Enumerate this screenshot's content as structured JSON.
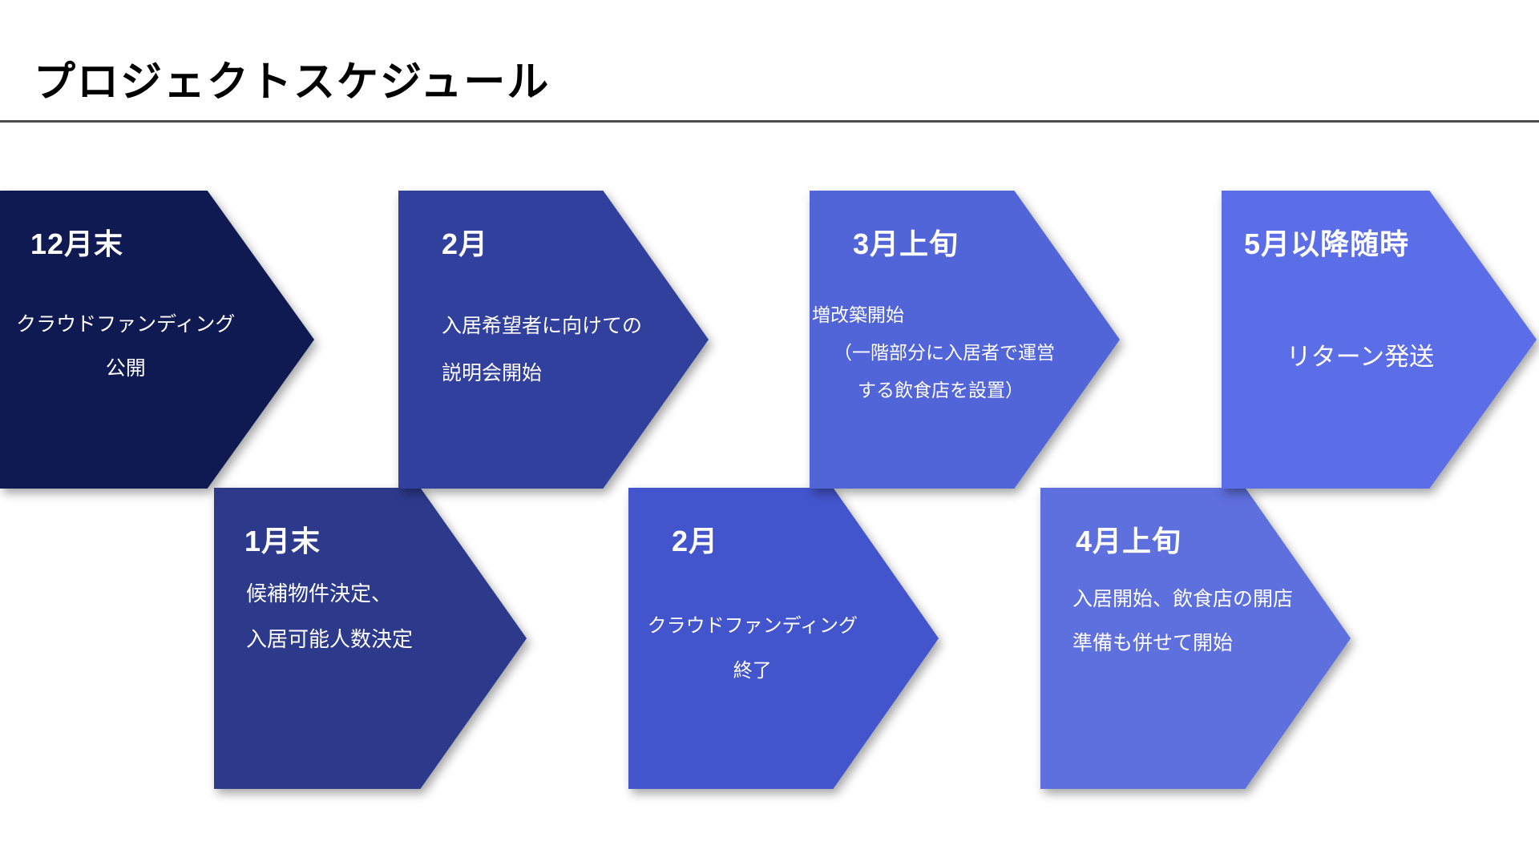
{
  "slide": {
    "title": "プロジェクトスケジュール",
    "divider_color": "#4d4d4d",
    "background_color": "#ffffff"
  },
  "milestones": [
    {
      "date": "12月末",
      "lines": [
        "クラウドファンディング",
        "公開"
      ],
      "color": "#101a52"
    },
    {
      "date": "1月末",
      "lines": [
        "候補物件決定、",
        "入居可能人数決定"
      ],
      "color": "#2d3a8c"
    },
    {
      "date": "2月",
      "lines": [
        "入居希望者に向けての",
        "説明会開始"
      ],
      "color": "#31409c"
    },
    {
      "date": "2月",
      "lines": [
        "クラウドファンディング",
        "終了"
      ],
      "color": "#4355cd"
    },
    {
      "date": "3月上旬",
      "lines": [
        "増改築開始",
        "（一階部分に入居者で運営",
        "する飲食店を設置）"
      ],
      "color": "#5164d8"
    },
    {
      "date": "4月上旬",
      "lines": [
        "入居開始、飲食店の開店",
        "準備も併せて開始"
      ],
      "color": "#5e6fde"
    },
    {
      "date": "5月以降随時",
      "lines": [
        "リターン発送"
      ],
      "color": "#5b6ee7"
    }
  ]
}
